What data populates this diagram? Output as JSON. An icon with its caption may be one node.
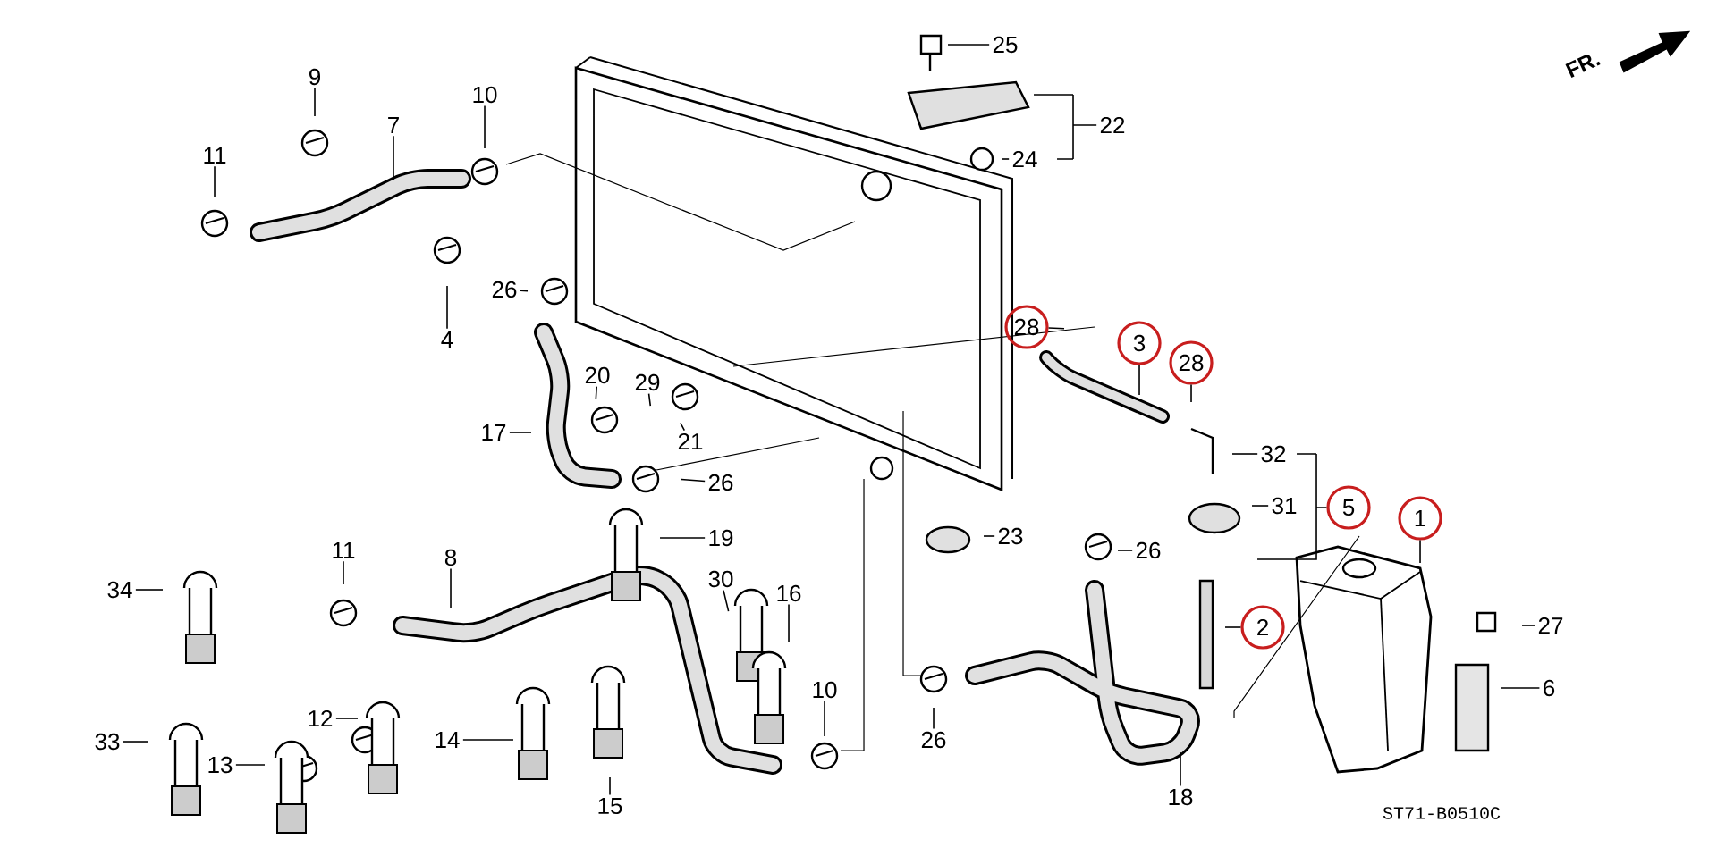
{
  "diagram": {
    "nodes": [
      {
        "text": [
          "9"
        ]
      },
      {
        "text": [
          "7"
        ]
      },
      {
        "text": [
          "10"
        ]
      },
      {
        "text": [
          "11"
        ]
      },
      {
        "text": [
          "4"
        ]
      },
      {
        "text": [
          "26"
        ]
      },
      {
        "text": [
          "25"
        ]
      },
      {
        "text": [
          "22"
        ]
      },
      {
        "text": [
          "24"
        ]
      },
      {
        "text": [
          "28"
        ]
      },
      {
        "text": [
          "3"
        ]
      },
      {
        "text": [
          "28"
        ]
      },
      {
        "text": [
          "20"
        ]
      },
      {
        "text": [
          "29"
        ]
      },
      {
        "text": [
          "21"
        ]
      },
      {
        "text": [
          "17"
        ]
      },
      {
        "text": [
          "26"
        ]
      },
      {
        "text": [
          "32"
        ]
      },
      {
        "text": [
          "31"
        ]
      },
      {
        "text": [
          "5"
        ]
      },
      {
        "text": [
          "1"
        ]
      },
      {
        "text": [
          "23"
        ]
      },
      {
        "text": [
          "26"
        ]
      },
      {
        "text": [
          "19"
        ]
      },
      {
        "text": [
          "11"
        ]
      },
      {
        "text": [
          "8"
        ]
      },
      {
        "text": [
          "34"
        ]
      },
      {
        "text": [
          "30"
        ]
      },
      {
        "text": [
          "16"
        ]
      },
      {
        "text": [
          "2"
        ]
      },
      {
        "text": [
          "27"
        ]
      },
      {
        "text": [
          "6"
        ]
      },
      {
        "text": [
          "12"
        ]
      },
      {
        "text": [
          "10"
        ]
      },
      {
        "text": [
          "26"
        ]
      },
      {
        "text": [
          "14"
        ]
      },
      {
        "text": [
          "33"
        ]
      },
      {
        "text": [
          "13"
        ]
      },
      {
        "text": [
          "18"
        ]
      },
      {
        "text": [
          "15"
        ]
      }
    ],
    "edges": [
      {
        "from": 0,
        "to": null,
        "arrow": "none"
      },
      {
        "from": 1,
        "to": null,
        "arrow": "none"
      },
      {
        "from": 2,
        "to": null,
        "arrow": "none"
      },
      {
        "from": 3,
        "to": null,
        "arrow": "none"
      },
      {
        "from": 4,
        "to": null,
        "arrow": "none"
      },
      {
        "from": 5,
        "to": null,
        "arrow": "none"
      },
      {
        "from": 6,
        "to": null,
        "arrow": "none"
      },
      {
        "from": 7,
        "to": null,
        "arrow": "none"
      },
      {
        "from": 8,
        "to": null,
        "arrow": "none"
      },
      {
        "from": 9,
        "to": null,
        "arrow": "none"
      },
      {
        "from": 10,
        "to": null,
        "arrow": "none"
      },
      {
        "from": 11,
        "to": null,
        "arrow": "none"
      },
      {
        "from": 12,
        "to": null,
        "arrow": "none"
      },
      {
        "from": 13,
        "to": null,
        "arrow": "none"
      },
      {
        "from": 14,
        "to": null,
        "arrow": "none"
      },
      {
        "from": 15,
        "to": null,
        "arrow": "none"
      },
      {
        "from": 16,
        "to": null,
        "arrow": "none"
      },
      {
        "from": 17,
        "to": null,
        "arrow": "none"
      },
      {
        "from": 18,
        "to": null,
        "arrow": "none"
      },
      {
        "from": 19,
        "to": null,
        "arrow": "none"
      },
      {
        "from": 20,
        "to": null,
        "arrow": "none"
      },
      {
        "from": 21,
        "to": null,
        "arrow": "none"
      },
      {
        "from": 22,
        "to": null,
        "arrow": "none"
      },
      {
        "from": 23,
        "to": null,
        "arrow": "none"
      },
      {
        "from": 24,
        "to": null,
        "arrow": "none"
      },
      {
        "from": 25,
        "to": null,
        "arrow": "none"
      },
      {
        "from": 26,
        "to": null,
        "arrow": "none"
      },
      {
        "from": 27,
        "to": null,
        "arrow": "none"
      },
      {
        "from": 28,
        "to": null,
        "arrow": "none"
      },
      {
        "from": 29,
        "to": null,
        "arrow": "none"
      },
      {
        "from": 30,
        "to": null,
        "arrow": "none"
      },
      {
        "from": 31,
        "to": null,
        "arrow": "none"
      },
      {
        "from": 32,
        "to": null,
        "arrow": "none"
      },
      {
        "from": 33,
        "to": null,
        "arrow": "none"
      },
      {
        "from": 34,
        "to": null,
        "arrow": "none"
      },
      {
        "from": 35,
        "to": null,
        "arrow": "none"
      },
      {
        "from": 36,
        "to": null,
        "arrow": "none"
      },
      {
        "from": 37,
        "to": null,
        "arrow": "none"
      },
      {
        "from": 38,
        "to": null,
        "arrow": "none"
      },
      {
        "from": 39,
        "to": null,
        "arrow": "none"
      }
    ],
    "labels": [
      "FR.",
      "ST71-B0510C"
    ]
  }
}
